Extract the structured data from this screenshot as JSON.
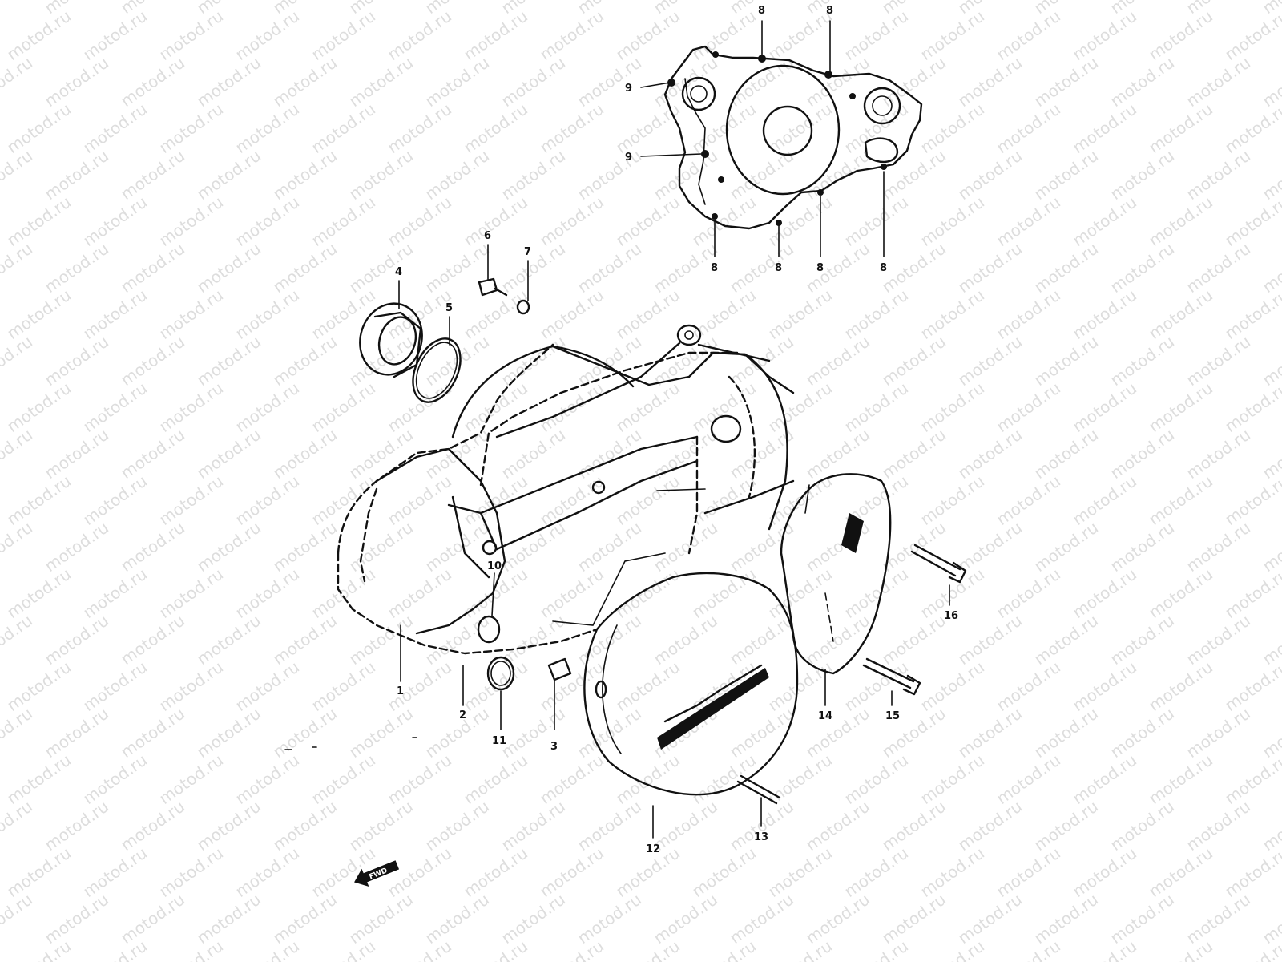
{
  "watermark": "motod.ru",
  "callouts": [
    {
      "id": "c8a",
      "label": "8"
    },
    {
      "id": "c8b",
      "label": "8"
    },
    {
      "id": "c9a",
      "label": "9"
    },
    {
      "id": "c9b",
      "label": "9"
    },
    {
      "id": "c8c",
      "label": "8"
    },
    {
      "id": "c8d",
      "label": "8"
    },
    {
      "id": "c8e",
      "label": "8"
    },
    {
      "id": "c8f",
      "label": "8"
    },
    {
      "id": "c6",
      "label": "6"
    },
    {
      "id": "c7",
      "label": "7"
    },
    {
      "id": "c4",
      "label": "4"
    },
    {
      "id": "c5",
      "label": "5"
    },
    {
      "id": "c10",
      "label": "10"
    },
    {
      "id": "c1",
      "label": "1"
    },
    {
      "id": "c2",
      "label": "2"
    },
    {
      "id": "c11",
      "label": "11"
    },
    {
      "id": "c3",
      "label": "3"
    },
    {
      "id": "c16",
      "label": "16"
    },
    {
      "id": "c14",
      "label": "14"
    },
    {
      "id": "c15",
      "label": "15"
    },
    {
      "id": "c13",
      "label": "13"
    },
    {
      "id": "c12",
      "label": "12"
    }
  ],
  "direction_badge": "FWD"
}
